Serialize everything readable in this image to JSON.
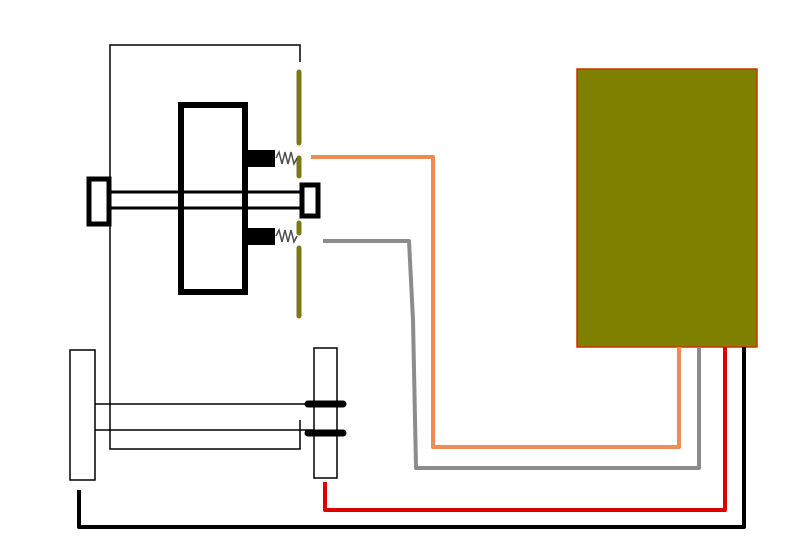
{
  "diagram": {
    "background": "#ffffff",
    "colors": {
      "outline": "#000000",
      "electrode": "#7a7a14",
      "spring": "#4d4d4d",
      "power_box_fill": "#808000",
      "power_box_border": "#cc3300",
      "wire_orange": "#f08a55",
      "wire_gray": "#8c8c8c",
      "wire_red": "#dd0000",
      "wire_black": "#000000",
      "wheel_fill": "#ffffff"
    },
    "components": [
      "chassis-frame",
      "motor-body",
      "upper-contact-brush",
      "lower-contact-brush",
      "commutator-electrodes",
      "drive-shaft",
      "rear-axle",
      "power-supply-box",
      "orange-wire",
      "gray-wire",
      "red-wire",
      "black-wire"
    ]
  }
}
